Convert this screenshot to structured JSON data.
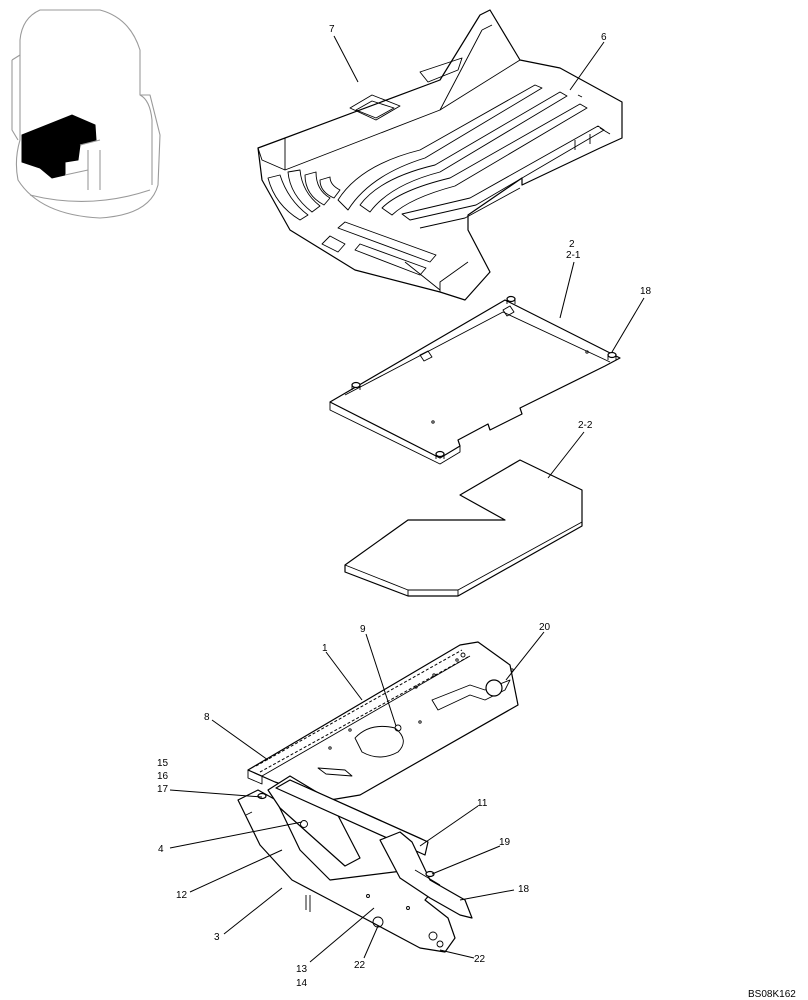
{
  "callouts": {
    "c7": "7",
    "c6": "6",
    "c2": "2",
    "c2_1": "2-1",
    "c18a": "18",
    "c2_2": "2-2",
    "c9": "9",
    "c20": "20",
    "c1": "1",
    "c8": "8",
    "c15": "15",
    "c16": "16",
    "c17": "17",
    "c11": "11",
    "c4": "4",
    "c19": "19",
    "c12": "12",
    "c18b": "18",
    "c3": "3",
    "c13": "13",
    "c14": "14",
    "c22a": "22",
    "c22b": "22"
  },
  "reference_code": "BS08K162"
}
